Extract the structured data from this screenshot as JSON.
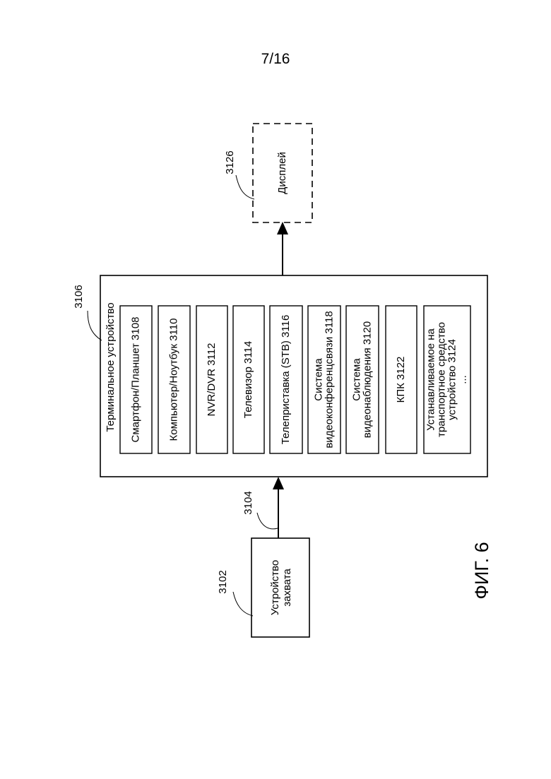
{
  "page_number": "7/16",
  "figure_label": "ФИГ. 6",
  "capture_device": {
    "ref": "3102",
    "lines": [
      "Устройство",
      "захвата"
    ]
  },
  "link_ref": "3104",
  "terminal": {
    "ref": "3106",
    "title": "Терминальное устройство",
    "items": [
      {
        "lines": [
          "Смартфон/Планшет 3108"
        ]
      },
      {
        "lines": [
          "Компьютер/Ноутбук 3110"
        ]
      },
      {
        "lines": [
          "NVR/DVR 3112"
        ]
      },
      {
        "lines": [
          "Телевизор  3114"
        ]
      },
      {
        "lines": [
          "Телеприставка (STB)  3116"
        ]
      },
      {
        "lines": [
          "Система",
          "видеоконференцсвязи  3118"
        ]
      },
      {
        "lines": [
          "Система",
          "видеонаблюдения 3120"
        ]
      },
      {
        "lines": [
          "КПК  3122"
        ]
      },
      {
        "lines": [
          "Устанавливаемое на",
          "транспортное средство",
          "устройство 3124",
          "..."
        ]
      }
    ]
  },
  "display": {
    "ref": "3126",
    "lines": [
      "Дисплей"
    ]
  }
}
